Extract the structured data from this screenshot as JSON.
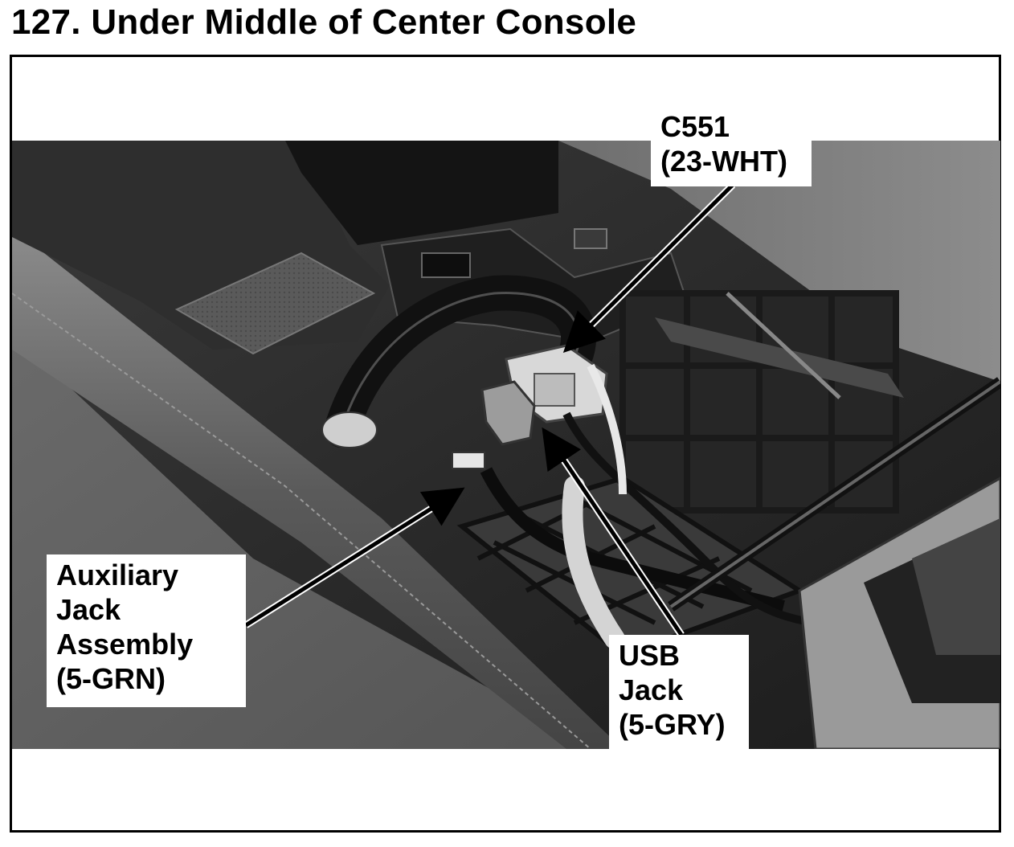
{
  "title": "127. Under Middle of Center Console",
  "figure": {
    "description_icon": "center-console-photo",
    "callouts": {
      "c551": {
        "line1": "C551",
        "line2": "(23-WHT)"
      },
      "aux": {
        "line1": "Auxiliary",
        "line2": "Jack",
        "line3": "Assembly",
        "line4": "(5-GRN)"
      },
      "usb": {
        "line1": "USB",
        "line2": "Jack",
        "line3": "(5-GRY)"
      }
    }
  }
}
